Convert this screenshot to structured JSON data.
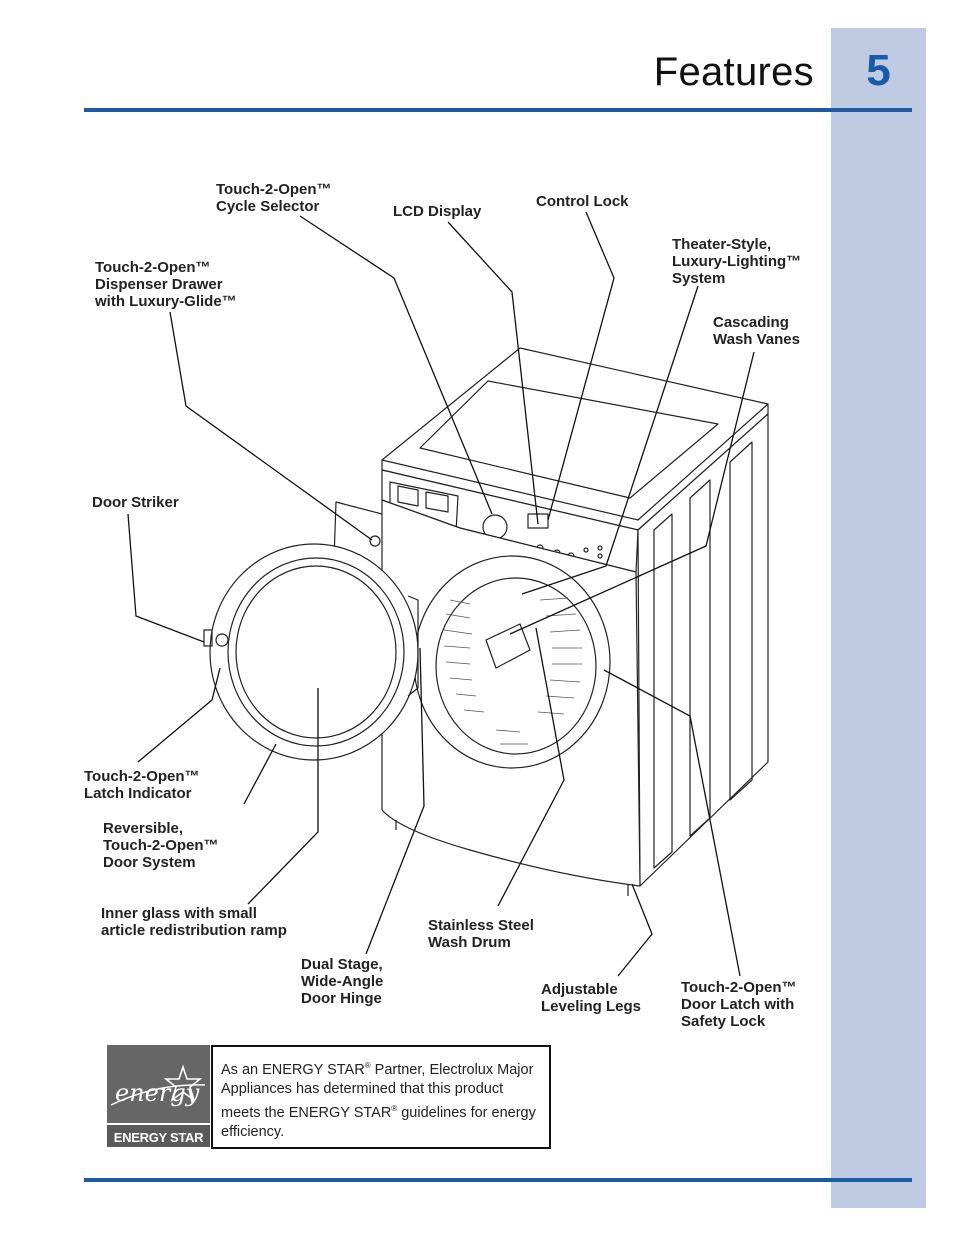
{
  "header": {
    "title": "Features",
    "page_number": "5"
  },
  "labels": [
    {
      "id": "cycle-selector",
      "text": "Touch-2-Open™\nCycle Selector"
    },
    {
      "id": "lcd-display",
      "text": "LCD Display"
    },
    {
      "id": "control-lock",
      "text": "Control Lock"
    },
    {
      "id": "theater-lighting",
      "text": "Theater-Style,\nLuxury-Lighting™\nSystem"
    },
    {
      "id": "dispenser-drawer",
      "text": "Touch-2-Open™\nDispenser Drawer\nwith Luxury-Glide™"
    },
    {
      "id": "wash-vanes",
      "text": "Cascading\nWash Vanes"
    },
    {
      "id": "door-striker",
      "text": "Door Striker"
    },
    {
      "id": "latch-indicator",
      "text": "Touch-2-Open™\nLatch Indicator"
    },
    {
      "id": "door-system",
      "text": "Reversible,\nTouch-2-Open™\nDoor System"
    },
    {
      "id": "inner-glass",
      "text": "Inner glass with small\narticle redistribution ramp"
    },
    {
      "id": "stainless-drum",
      "text": "Stainless Steel\nWash Drum"
    },
    {
      "id": "door-hinge",
      "text": "Dual Stage,\nWide-Angle\nDoor Hinge"
    },
    {
      "id": "leveling-legs",
      "text": "Adjustable\nLeveling Legs"
    },
    {
      "id": "door-latch",
      "text": "Touch-2-Open™\nDoor Latch with\nSafety Lock"
    }
  ],
  "energy_star": {
    "logo_script": "energy",
    "logo_label": "ENERGY STAR",
    "text_part1": "As an ENERGY STAR",
    "reg_mark": "®",
    "text_part2": " Partner, Electrolux Major Appliances has determined that this product meets the ENERGY STAR",
    "text_part3": " guidelines for energy efficiency."
  },
  "colors": {
    "accent": "#1e5aa3",
    "side_tab": "#bfcbe2"
  }
}
